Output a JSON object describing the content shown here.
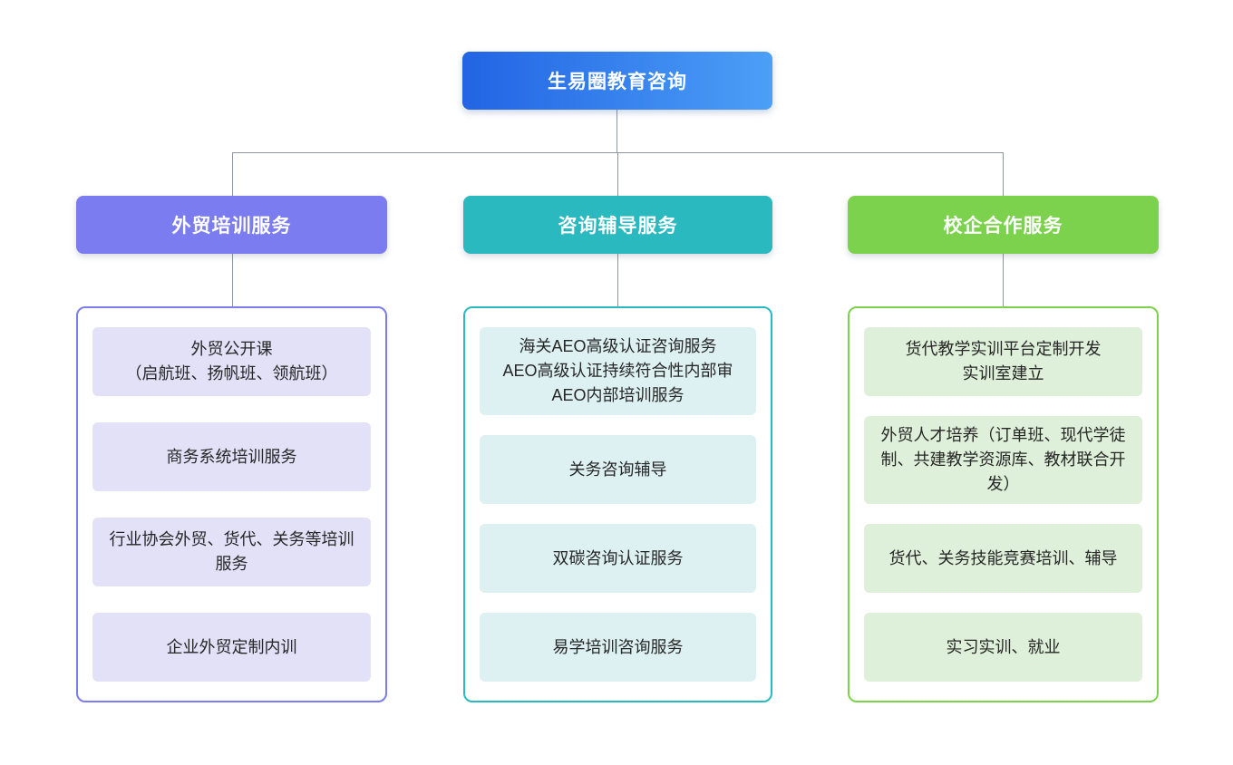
{
  "page": {
    "background_color": "#ffffff",
    "connector_color": "#8f959b"
  },
  "root": {
    "label": "生易圈教育咨询",
    "gradient_from": "#2264e4",
    "gradient_to": "#4c9ff7",
    "text_color": "#ffffff"
  },
  "branches": [
    {
      "label": "外贸培训服务",
      "accent_color": "#7b7cf0",
      "item_bg_color": "#e3e1f8",
      "items": [
        "外贸公开课\n（启航班、扬帆班、领航班）",
        "商务系统培训服务",
        "行业协会外贸、货代、关务等培训服务",
        "企业外贸定制内训"
      ]
    },
    {
      "label": "咨询辅导服务",
      "accent_color": "#2ab9be",
      "item_bg_color": "#ddf1f2",
      "items": [
        "海关AEO高级认证咨询服务\nAEO高级认证持续符合性内部审\nAEO内部培训服务",
        "关务咨询辅导",
        "双碳咨询认证服务",
        "易学培训咨询服务"
      ]
    },
    {
      "label": "校企合作服务",
      "accent_color": "#7dd24d",
      "item_bg_color": "#def0d9",
      "items": [
        "货代教学实训平台定制开发\n实训室建立",
        "外贸人才培养（订单班、现代学徒制、共建教学资源库、教材联合开发）",
        "货代、关务技能竞赛培训、辅导",
        "实习实训、就业"
      ]
    }
  ]
}
